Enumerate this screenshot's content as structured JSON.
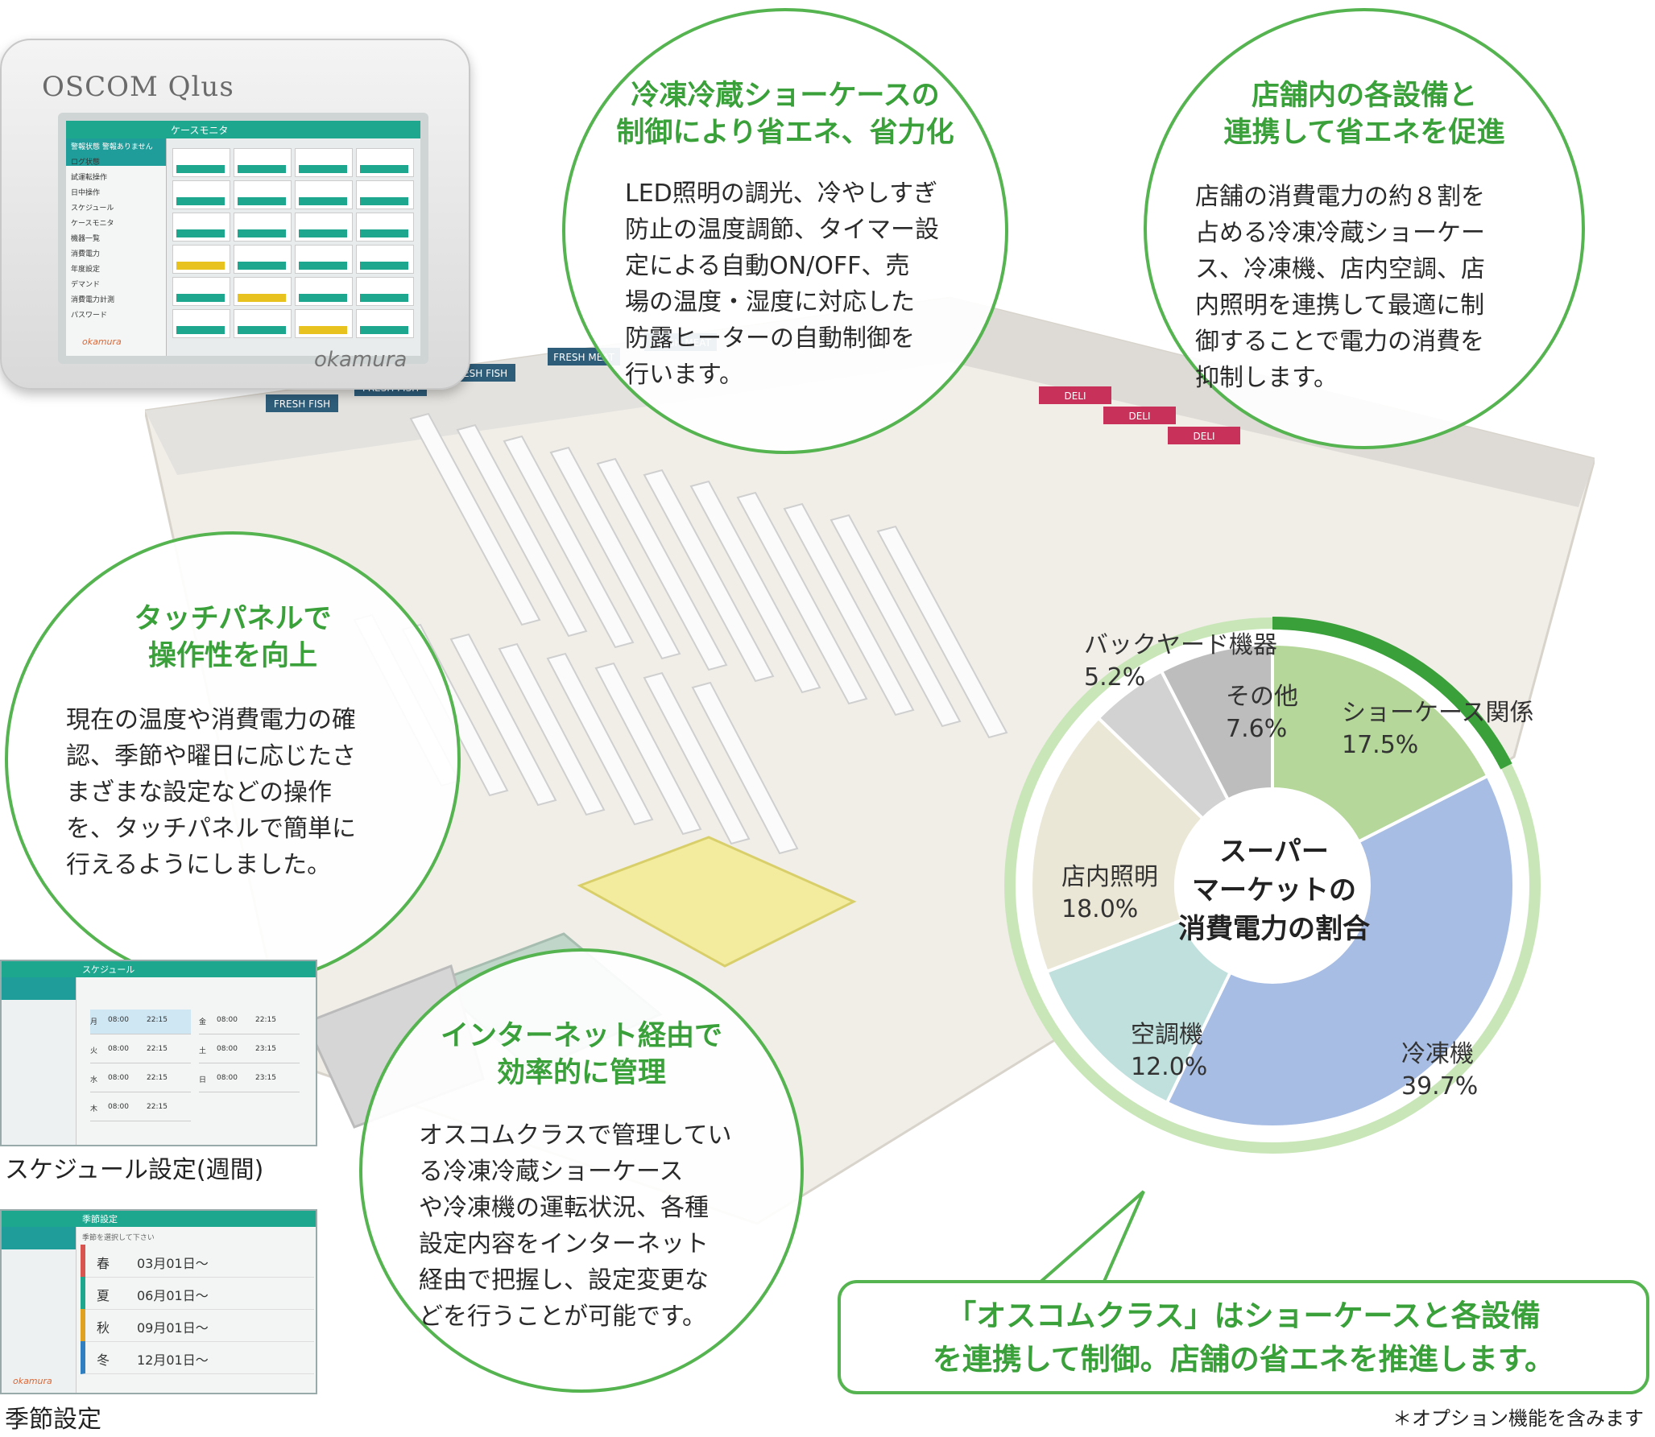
{
  "device": {
    "title": "OSCOM Qlus",
    "brand": "okamura",
    "screen_brand": "okamura",
    "screen_header": "ケースモニタ",
    "screen_sidebar": [
      "警報状態 警報ありません",
      "ログ状態",
      "試運転操作",
      "日中操作",
      "スケジュール",
      "ケースモニタ",
      "機器一覧",
      "消費電力",
      "年度設定",
      "デマンド",
      "消費電力計測",
      "パスワード"
    ]
  },
  "callouts": {
    "showcase": {
      "title": "冷凍冷蔵ショーケースの\n制御により省エネ、省力化",
      "body": "LED照明の調光、冷やしすぎ\n防止の温度調節、タイマー設\n定による自動ON/OFF、売\n場の温度・湿度に対応した\n防露ヒーターの自動制御を\n行います。"
    },
    "facility": {
      "title": "店舗内の各設備と\n連携して省エネを促進",
      "body": "店舗の消費電力の約８割を\n占める冷凍冷蔵ショーケー\nス、冷凍機、店内空調、店\n内照明を連携して最適に制\n御することで電力の消費を\n抑制します。"
    },
    "touch": {
      "title": "タッチパネルで\n操作性を向上",
      "body": "現在の温度や消費電力の確\n認、季節や曜日に応じたさ\nまざまな設定などの操作\nを、タッチパネルで簡単に\n行えるようにしました。"
    },
    "internet": {
      "title": "インターネット経由で\n効率的に管理",
      "body": "オスコムクラスで管理してい\nる冷凍冷蔵ショーケース\nや冷凍機の運転状況、各種\n設定内容をインターネット\n経由で把握し、設定変更な\nどを行うことが可能です。"
    }
  },
  "store_signs": [
    "FRESH FISH",
    "FRESH FISH",
    "FRESH FISH",
    "FRESH MEAT",
    "FRESH MEAT",
    "DELI",
    "DELI",
    "DELI"
  ],
  "thumb_schedule": {
    "header": "スケジュール",
    "caption": "スケジュール設定(週間)",
    "rows": [
      {
        "day": "月",
        "on": "08:00",
        "off": "22:15"
      },
      {
        "day": "火",
        "on": "08:00",
        "off": "22:15"
      },
      {
        "day": "水",
        "on": "08:00",
        "off": "22:15"
      },
      {
        "day": "木",
        "on": "08:00",
        "off": "22:15"
      },
      {
        "day": "金",
        "on": "08:00",
        "off": "22:15"
      },
      {
        "day": "土",
        "on": "08:00",
        "off": "23:15"
      },
      {
        "day": "日",
        "on": "08:00",
        "off": "23:15"
      }
    ]
  },
  "thumb_season": {
    "header": "季節設定",
    "subheader": "季節を選択して下さい",
    "caption": "季節設定",
    "brand": "okamura",
    "rows": [
      {
        "name": "春",
        "date": "03月01日～",
        "color": "#d9534f"
      },
      {
        "name": "夏",
        "date": "06月01日～",
        "color": "#1da78f"
      },
      {
        "name": "秋",
        "date": "09月01日～",
        "color": "#e0a020"
      },
      {
        "name": "冬",
        "date": "12月01日～",
        "color": "#2f7fc1"
      }
    ]
  },
  "chart_data": {
    "type": "pie",
    "title": "スーパー\nマーケットの\n消費電力の割合",
    "slices": [
      {
        "label": "ショーケース関係",
        "value": 17.5,
        "value_label": "17.5%",
        "color": "#b5d79a"
      },
      {
        "label": "冷凍機",
        "value": 39.7,
        "value_label": "39.7%",
        "color": "#a7bde3"
      },
      {
        "label": "空調機",
        "value": 12.0,
        "value_label": "12.0%",
        "color": "#bfe0dc"
      },
      {
        "label": "店内照明",
        "value": 18.0,
        "value_label": "18.0%",
        "color": "#ebe7d6"
      },
      {
        "label": "バックヤード機器",
        "value": 5.2,
        "value_label": "5.2%",
        "color": "#d2d2d2"
      },
      {
        "label": "その他",
        "value": 7.6,
        "value_label": "7.6%",
        "color": "#bdbdbd"
      }
    ]
  },
  "banner": "「オスコムクラス」はショーケースと各設備\nを連携して制御。店舗の省エネを推進します。",
  "note": "＊オプション機能を含みます",
  "colors": {
    "accent": "#55b450",
    "accent_text": "#3aa03a",
    "ring_light": "#c9e6b8",
    "ring_dark": "#3aa03a"
  }
}
